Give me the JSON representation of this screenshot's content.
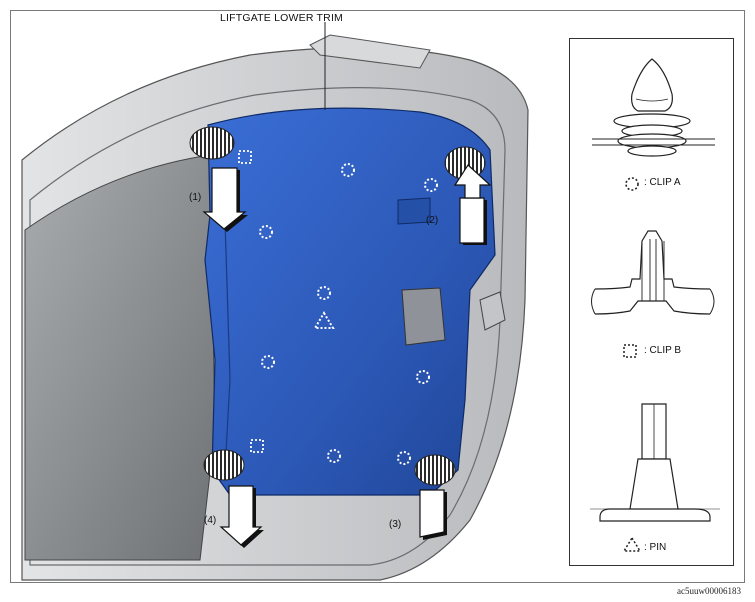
{
  "diagram": {
    "title": "LIFTGATE LOWER TRIM",
    "callouts": [
      "(1)",
      "(2)",
      "(3)",
      "(4)"
    ],
    "legend": [
      {
        "symbol": "dotted-circle-icon",
        "label": ": CLIP A"
      },
      {
        "symbol": "dotted-square-icon",
        "label": ": CLIP B"
      },
      {
        "symbol": "dotted-triangle-icon",
        "label": ": PIN"
      }
    ],
    "figure_code": "ac5uuw00006183"
  },
  "colors": {
    "trim_blue": "#2f5fc0",
    "trim_dark": "#1c3f8f",
    "gate_gray": "#c9cbcd",
    "glass": "#8d9094"
  }
}
